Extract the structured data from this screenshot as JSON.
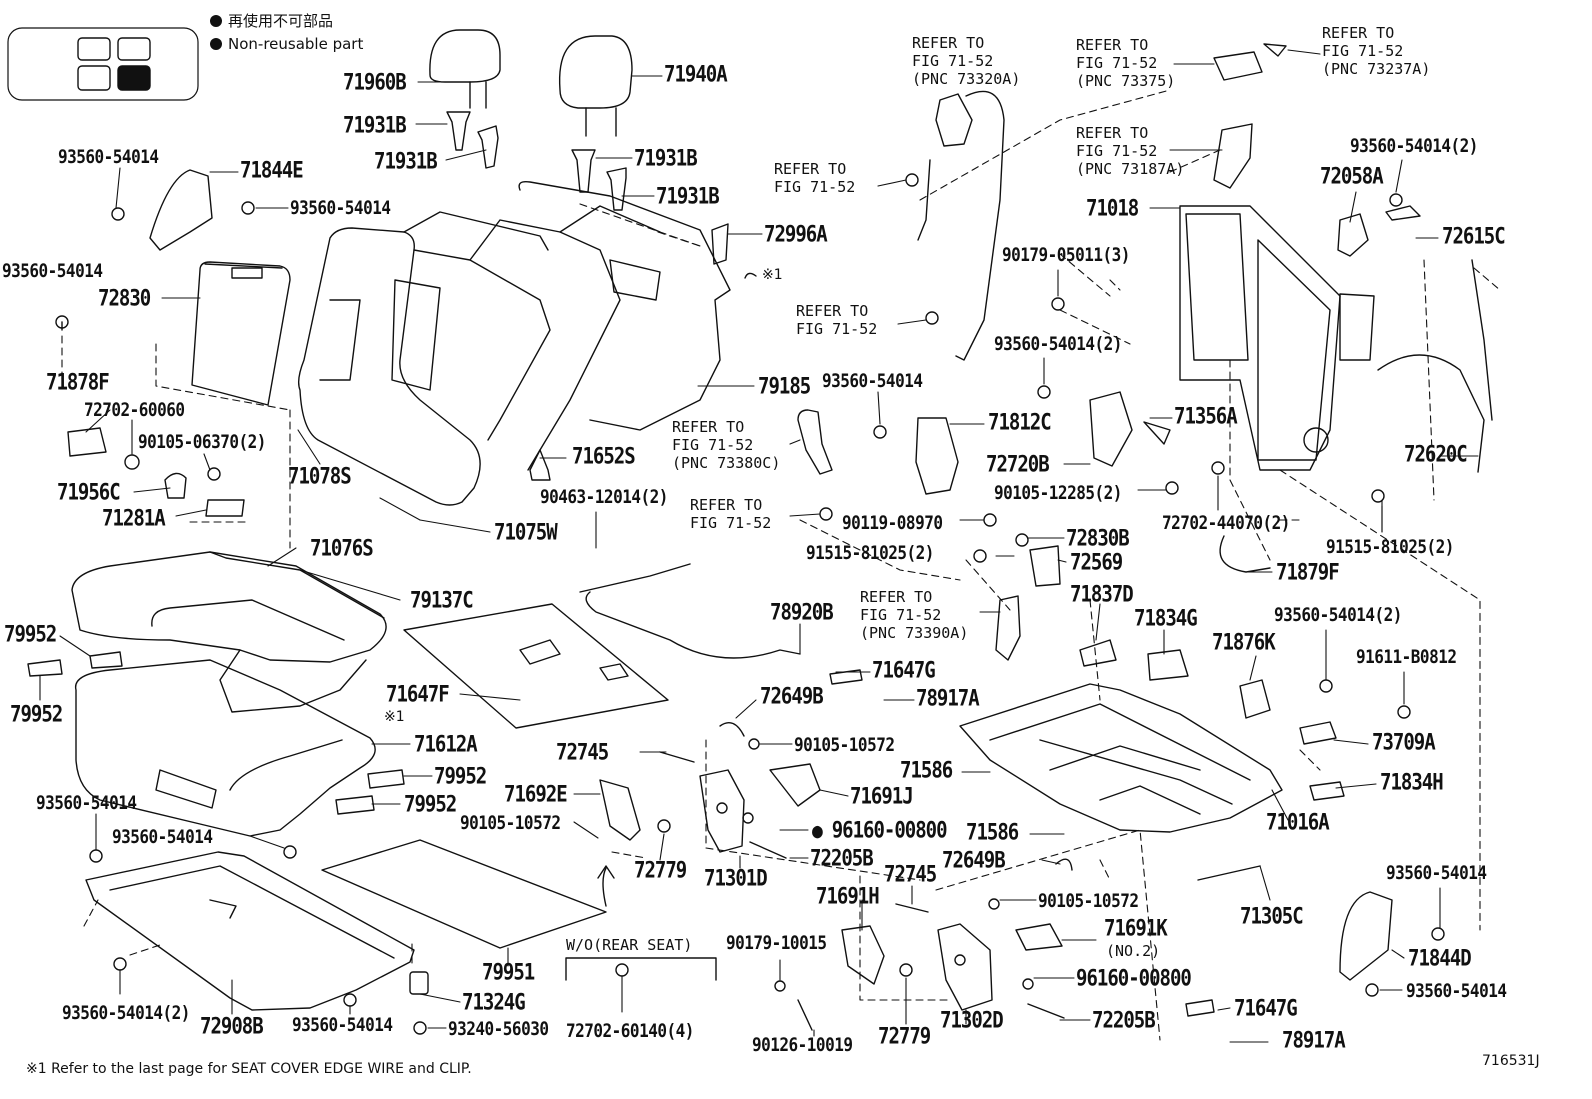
{
  "legend": {
    "jp": "再使用不可部品",
    "en": "Non-reusable part"
  },
  "labels": [
    {
      "id": "p71960B",
      "text": "71960B"
    },
    {
      "id": "p71940A",
      "text": "71940A"
    },
    {
      "id": "p71931B_1",
      "text": "71931B"
    },
    {
      "id": "p71931B_2",
      "text": "71931B"
    },
    {
      "id": "p71931B_3",
      "text": "71931B"
    },
    {
      "id": "p71931B_4",
      "text": "71931B"
    },
    {
      "id": "p93560_54014_a",
      "text": "93560-54014"
    },
    {
      "id": "p71844E",
      "text": "71844E"
    },
    {
      "id": "p93560_54014_b",
      "text": "93560-54014"
    },
    {
      "id": "p93560_54014_c",
      "text": "93560-54014"
    },
    {
      "id": "p72830",
      "text": "72830"
    },
    {
      "id": "p72996A",
      "text": "72996A"
    },
    {
      "id": "p71878F",
      "text": "71878F"
    },
    {
      "id": "p72702_60060",
      "text": "72702-60060"
    },
    {
      "id": "p90105_06370",
      "text": "90105-06370(2)"
    },
    {
      "id": "p71956C",
      "text": "71956C"
    },
    {
      "id": "p71281A",
      "text": "71281A"
    },
    {
      "id": "p71078S",
      "text": "71078S"
    },
    {
      "id": "p79185",
      "text": "79185"
    },
    {
      "id": "p71652S",
      "text": "71652S"
    },
    {
      "id": "p71075W",
      "text": "71075W"
    },
    {
      "id": "p71076S",
      "text": "71076S"
    },
    {
      "id": "p79137C",
      "text": "79137C"
    },
    {
      "id": "p79952_a",
      "text": "79952"
    },
    {
      "id": "p79952_b",
      "text": "79952"
    },
    {
      "id": "p71647F",
      "text": "71647F"
    },
    {
      "id": "p71612A",
      "text": "71612A"
    },
    {
      "id": "p79952_c",
      "text": "79952"
    },
    {
      "id": "p79952_d",
      "text": "79952"
    },
    {
      "id": "p93560_54014_d",
      "text": "93560-54014"
    },
    {
      "id": "p93560_54014_e",
      "text": "93560-54014"
    },
    {
      "id": "p90105_10572_a",
      "text": "90105-10572"
    },
    {
      "id": "p93560_54014_f",
      "text": "93560-54014(2)"
    },
    {
      "id": "p72908B",
      "text": "72908B"
    },
    {
      "id": "p93560_54014_g",
      "text": "93560-54014"
    },
    {
      "id": "p71324G",
      "text": "71324G"
    },
    {
      "id": "p93240_56030",
      "text": "93240-56030"
    },
    {
      "id": "p79951",
      "text": "79951"
    },
    {
      "id": "p72702_60140",
      "text": "72702-60140(4)"
    },
    {
      "id": "p90463_12014",
      "text": "90463-12014(2)"
    },
    {
      "id": "p78920B",
      "text": "78920B"
    },
    {
      "id": "p72745_a",
      "text": "72745"
    },
    {
      "id": "p72649B_a",
      "text": "72649B"
    },
    {
      "id": "p90105_10572_b",
      "text": "90105-10572"
    },
    {
      "id": "p71692E",
      "text": "71692E"
    },
    {
      "id": "p71691J",
      "text": "71691J"
    },
    {
      "id": "p96160_00800_a",
      "text": "96160-00800"
    },
    {
      "id": "p72779_a",
      "text": "72779"
    },
    {
      "id": "p71301D",
      "text": "71301D"
    },
    {
      "id": "p72205B_a",
      "text": "72205B"
    },
    {
      "id": "p71647G_a",
      "text": "71647G"
    },
    {
      "id": "p78917A_a",
      "text": "78917A"
    },
    {
      "id": "p71691H",
      "text": "71691H"
    },
    {
      "id": "p72745_b",
      "text": "72745"
    },
    {
      "id": "p90179_10015",
      "text": "90179-10015"
    },
    {
      "id": "p90126_10019",
      "text": "90126-10019"
    },
    {
      "id": "p72779_b",
      "text": "72779"
    },
    {
      "id": "p71302D",
      "text": "71302D"
    },
    {
      "id": "p72205B_b",
      "text": "72205B"
    },
    {
      "id": "p90105_10572_c",
      "text": "90105-10572"
    },
    {
      "id": "p71691K",
      "text": "71691K"
    },
    {
      "id": "p71691K_no2",
      "text": "(NO.2)"
    },
    {
      "id": "p96160_00800_b",
      "text": "96160-00800"
    },
    {
      "id": "p72649B_b",
      "text": "72649B"
    },
    {
      "id": "p71586_a",
      "text": "71586"
    },
    {
      "id": "p71586_b",
      "text": "71586"
    },
    {
      "id": "p71647G_b",
      "text": "71647G"
    },
    {
      "id": "p78917A_b",
      "text": "78917A"
    },
    {
      "id": "p71305C",
      "text": "71305C"
    },
    {
      "id": "p71016A",
      "text": "71016A"
    },
    {
      "id": "p93560_54014_h",
      "text": "93560-54014"
    },
    {
      "id": "p71844D",
      "text": "71844D"
    },
    {
      "id": "p93560_54014_i",
      "text": "93560-54014"
    },
    {
      "id": "p71834H",
      "text": "71834H"
    },
    {
      "id": "p73709A",
      "text": "73709A"
    },
    {
      "id": "p91611_B0812",
      "text": "91611-B0812"
    },
    {
      "id": "p93560_54014_j",
      "text": "93560-54014(2)"
    },
    {
      "id": "p71876K",
      "text": "71876K"
    },
    {
      "id": "p71834G",
      "text": "71834G"
    },
    {
      "id": "p71837D",
      "text": "71837D"
    },
    {
      "id": "p72569",
      "text": "72569"
    },
    {
      "id": "p91515_81025_a",
      "text": "91515-81025(2)"
    },
    {
      "id": "p72830B",
      "text": "72830B"
    },
    {
      "id": "p90119_08970",
      "text": "90119-08970"
    },
    {
      "id": "p71879F",
      "text": "71879F"
    },
    {
      "id": "p91515_81025_b",
      "text": "91515-81025(2)"
    },
    {
      "id": "p72702_44070",
      "text": "72702-44070(2)"
    },
    {
      "id": "p90105_12285",
      "text": "90105-12285(2)"
    },
    {
      "id": "p72720B",
      "text": "72720B"
    },
    {
      "id": "p71812C",
      "text": "71812C"
    },
    {
      "id": "p71356A",
      "text": "71356A"
    },
    {
      "id": "p93560_54014_k",
      "text": "93560-54014"
    },
    {
      "id": "p93560_54014_l",
      "text": "93560-54014(2)"
    },
    {
      "id": "p90179_05011",
      "text": "90179-05011(3)"
    },
    {
      "id": "p71018",
      "text": "71018"
    },
    {
      "id": "p72058A",
      "text": "72058A"
    },
    {
      "id": "p93560_54014_m",
      "text": "93560-54014(2)"
    },
    {
      "id": "p72615C",
      "text": "72615C"
    },
    {
      "id": "p72620C",
      "text": "72620C"
    },
    {
      "id": "p73237A_note",
      "text": "(PNC 73237A)"
    }
  ],
  "refs": [
    {
      "id": "r1_a",
      "text": "REFER TO"
    },
    {
      "id": "r1_b",
      "text": "FIG 71-52"
    },
    {
      "id": "r1_c",
      "text": "(PNC 73320A)"
    },
    {
      "id": "r2_a",
      "text": "REFER TO"
    },
    {
      "id": "r2_b",
      "text": "FIG 71-52"
    },
    {
      "id": "r2_c",
      "text": "(PNC 73375)"
    },
    {
      "id": "r3_a",
      "text": "REFER TO"
    },
    {
      "id": "r3_b",
      "text": "FIG 71-52"
    },
    {
      "id": "r4_a",
      "text": "REFER TO"
    },
    {
      "id": "r4_b",
      "text": "FIG 71-52"
    },
    {
      "id": "r4_c",
      "text": "(PNC 73187A)"
    },
    {
      "id": "r5_a",
      "text": "REFER TO"
    },
    {
      "id": "r5_b",
      "text": "FIG 71-52"
    },
    {
      "id": "r6_a",
      "text": "REFER TO"
    },
    {
      "id": "r6_b",
      "text": "FIG 71-52"
    },
    {
      "id": "r7_a",
      "text": "REFER TO"
    },
    {
      "id": "r7_b",
      "text": "FIG 71-52"
    },
    {
      "id": "r7_c",
      "text": "(PNC 73380C)"
    },
    {
      "id": "r8_a",
      "text": "REFER TO"
    },
    {
      "id": "r8_b",
      "text": "FIG 71-52"
    },
    {
      "id": "r9_a",
      "text": "REFER TO"
    },
    {
      "id": "r9_b",
      "text": "FIG 71-52"
    },
    {
      "id": "r9_c",
      "text": "(PNC 73390A)"
    }
  ],
  "wo_rear_seat": "W/O(REAR SEAT)",
  "note_marker": "※1",
  "note_marker_2": "※1",
  "footnote": "※1 Refer to the last page for SEAT COVER EDGE WIRE and CLIP.",
  "figure_code": "716531J"
}
